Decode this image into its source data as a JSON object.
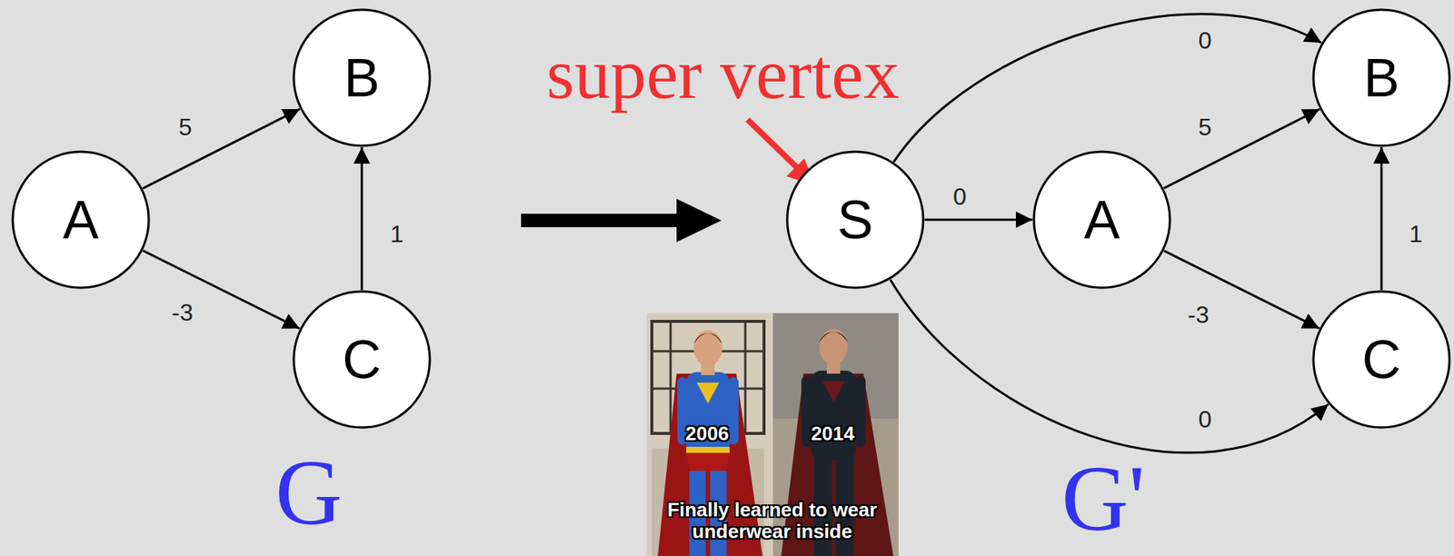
{
  "diagram": {
    "nodes": [
      {
        "text": [
          "A"
        ]
      },
      {
        "text": [
          "B"
        ]
      },
      {
        "text": [
          "C"
        ]
      },
      {
        "text": [
          "S"
        ]
      },
      {
        "text": [
          "A"
        ]
      },
      {
        "text": [
          "B"
        ]
      },
      {
        "text": [
          "C"
        ]
      }
    ],
    "edges": [
      {
        "from": 0,
        "to": 1,
        "arrow": "to",
        "label": "5"
      },
      {
        "from": 0,
        "to": 2,
        "arrow": "to",
        "label": "-3"
      },
      {
        "from": 2,
        "to": 1,
        "arrow": "to",
        "label": "1"
      },
      {
        "from": 3,
        "to": 5,
        "arrow": "to",
        "label": "0"
      },
      {
        "from": 3,
        "to": 4,
        "arrow": "to",
        "label": "0"
      },
      {
        "from": 3,
        "to": 6,
        "arrow": "to",
        "label": "0"
      },
      {
        "from": 4,
        "to": 5,
        "arrow": "to",
        "label": "5"
      },
      {
        "from": 4,
        "to": 6,
        "arrow": "to",
        "label": "-3"
      },
      {
        "from": 6,
        "to": 5,
        "arrow": "to",
        "label": "1"
      }
    ],
    "labels": [
      "super vertex",
      "G",
      "G'",
      "2006",
      "2014",
      "Finally learned to wear underwear inside"
    ]
  }
}
